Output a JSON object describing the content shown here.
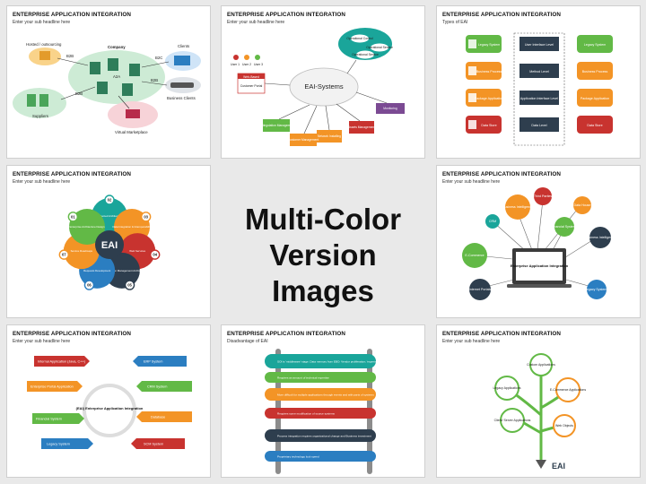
{
  "center": {
    "line1": "Multi-Color",
    "line2": "Version Images"
  },
  "slides": [
    {
      "title": "ENTERPRISE APPLICATION INTEGRATION",
      "subtitle": "Enter your sub headline here",
      "labels": [
        "Hosted / outsourcing",
        "Company",
        "Clients",
        "B2B",
        "B2C",
        "A2A",
        "B2B",
        "Suppliers",
        "B2B",
        "Business Clients",
        "Virtual Marketplace"
      ]
    },
    {
      "title": "ENTERPRISE APPLICATION INTEGRATION",
      "subtitle": "Enter your sub headline here",
      "hub": "EAI-Systems",
      "users": [
        "User 1",
        "User 2",
        "User 3"
      ],
      "portal": "Customer Portal",
      "portal_top": "Web-Based",
      "cloud": [
        "Operational Control",
        "Operational Service",
        "Operational Service"
      ],
      "boxes": [
        "Distingulation Management",
        "Customer Management",
        "Network Installing",
        "Assets Management",
        "Monitoring"
      ]
    },
    {
      "title": "ENTERPRISE APPLICATION INTEGRATION",
      "subtitle": "Types of EAI",
      "rows": [
        {
          "left": "Legacy System",
          "mid": "User Interface Level",
          "right": "Legacy System"
        },
        {
          "left": "Business Process",
          "mid": "Method Level",
          "right": "Business Process"
        },
        {
          "left": "Package Application",
          "mid": "Application Interface Level",
          "right": "Package Application"
        },
        {
          "left": "Data Store",
          "mid": "Data Level",
          "right": "Data Store"
        }
      ]
    },
    {
      "title": "ENTERPRISE APPLICATION INTEGRATION",
      "subtitle": "Enter your sub headline here",
      "hub": "EAI",
      "petals": [
        {
          "num": "02",
          "text": "Service Oriented Architecture (SOA)"
        },
        {
          "num": "03",
          "text": "Data Integration & Interoperability"
        },
        {
          "num": "04",
          "text": "Web Services"
        },
        {
          "num": "05",
          "text": "Unstructured Information Management Architecture (UIMA)"
        },
        {
          "num": "06",
          "text": "Requests Development"
        },
        {
          "num": "07",
          "text": "Service Roadmaps"
        },
        {
          "num": "01",
          "text": "Enterprise Architecture Design"
        }
      ]
    },
    {
      "title": "ENTERPRISE APPLICATION INTEGRATION",
      "subtitle": "Enter your sub headline here",
      "hub": "Enterprise Application Integration",
      "nodes": [
        "CRM",
        "Business Intelligence",
        "Third Parties",
        "Data House",
        "Financial Systems",
        "Business Intelligence",
        "E-Commerce",
        "Internet Portals",
        "Legacy Systems"
      ]
    },
    {
      "title": "ENTERPRISE APPLICATION INTEGRATION",
      "subtitle": "Enter your sub headline here",
      "hub": "(EAI) Enterprise Application Integration",
      "left": [
        "Internal Application (Java, C++)",
        "Enterprise Portal Application",
        "Financial System",
        "Legacy System"
      ],
      "right": [
        "ERP System",
        "CRM System",
        "Database",
        "SCM System"
      ]
    },
    {
      "title": "ENTERPRISE APPLICATION INTEGRATION",
      "subtitle": "Disadvantage of EAI",
      "items": [
        "SOI is 'middleware' stage. Data memory from EBO: Vendor proliferation; 'experimental' support for 's-way' integration",
        "Requires an amount of technical expertise",
        "More difficult for multiple applications through events and with parts of systems",
        "Requires some modification of source systems",
        "Process integration requires organizational change and Business investment",
        "Proprietary technology lock speed"
      ]
    },
    {
      "title": "ENTERPRISE APPLICATION INTEGRATION",
      "subtitle": "Enter your sub headline here",
      "leaves": [
        "Custom Applications",
        "Legacy Applications",
        "E-Commerce Applications",
        "Client/ Server Applications",
        "Web Objects"
      ],
      "base": "EAI"
    }
  ],
  "colors": {
    "dark": "#2e3e4e",
    "green": "#62b946",
    "orange": "#f39426",
    "red": "#c8332f",
    "blue": "#2b7ec1",
    "teal": "#1aa59a",
    "purple": "#7b4a93",
    "crimson": "#b72b4a"
  }
}
